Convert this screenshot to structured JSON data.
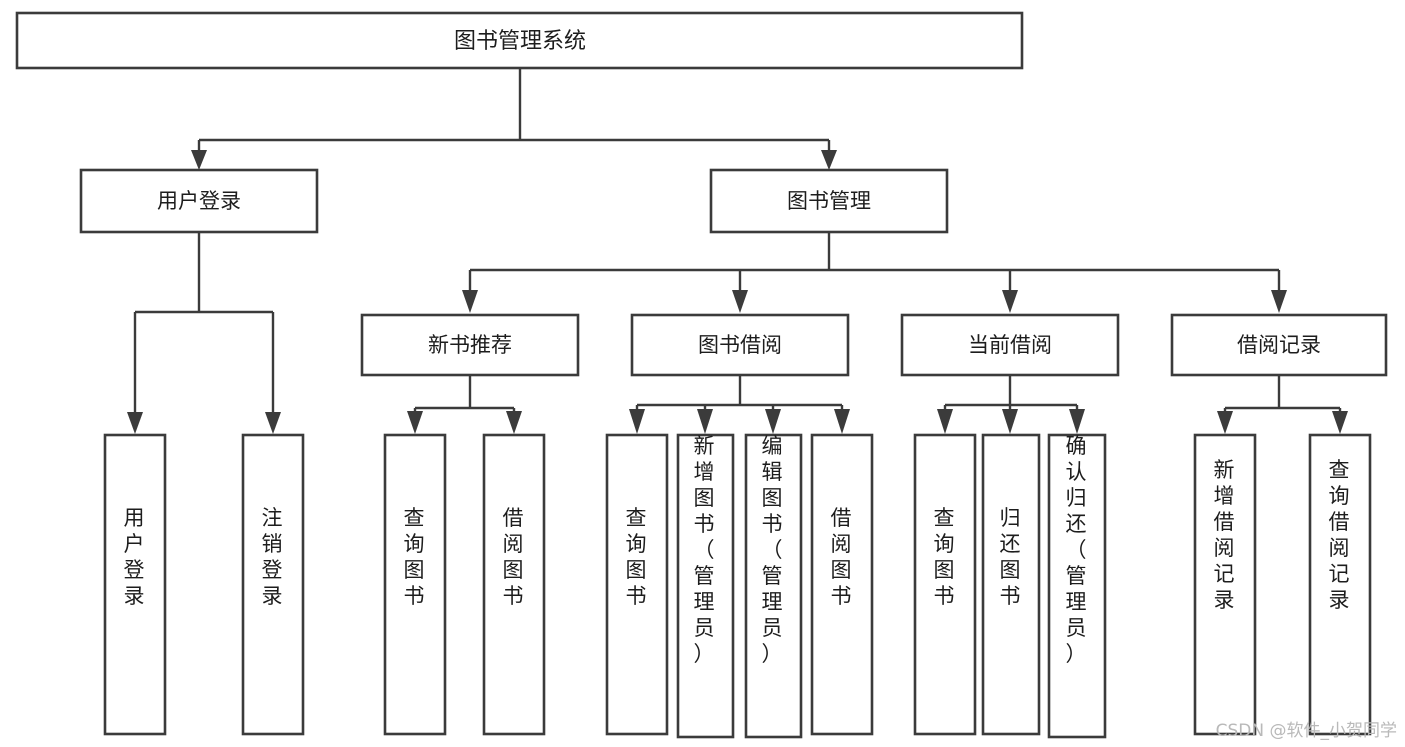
{
  "diagram": {
    "title": "图书管理系统",
    "type": "tree",
    "orientation": "top-down",
    "colors": {
      "box_stroke": "#3b3b3b",
      "box_fill": "#ffffff",
      "line": "#3b3b3b",
      "text": "#1d1d1d",
      "background": "#ffffff",
      "watermark": "#b9b9b9"
    },
    "root": {
      "label": "图书管理系统"
    },
    "level2": [
      {
        "label": "用户登录"
      },
      {
        "label": "图书管理"
      }
    ],
    "level3": [
      {
        "label": "新书推荐"
      },
      {
        "label": "图书借阅"
      },
      {
        "label": "当前借阅"
      },
      {
        "label": "借阅记录"
      }
    ],
    "leaves": {
      "user_login": [
        {
          "label": "用户登录"
        },
        {
          "label": "注销登录"
        }
      ],
      "new_book_recommend": [
        {
          "label": "查询图书"
        },
        {
          "label": "借阅图书"
        }
      ],
      "book_borrow": [
        {
          "label": "查询图书"
        },
        {
          "label": "新增图书（管理员）"
        },
        {
          "label": "编辑图书（管理员）"
        },
        {
          "label": "借阅图书"
        }
      ],
      "current_borrow": [
        {
          "label": "查询图书"
        },
        {
          "label": "归还图书"
        },
        {
          "label": "确认归还（管理员）"
        }
      ],
      "borrow_record": [
        {
          "label": "新增借阅记录"
        },
        {
          "label": "查询借阅记录"
        }
      ]
    }
  },
  "watermark": {
    "text": "CSDN @软件_小贺同学"
  }
}
